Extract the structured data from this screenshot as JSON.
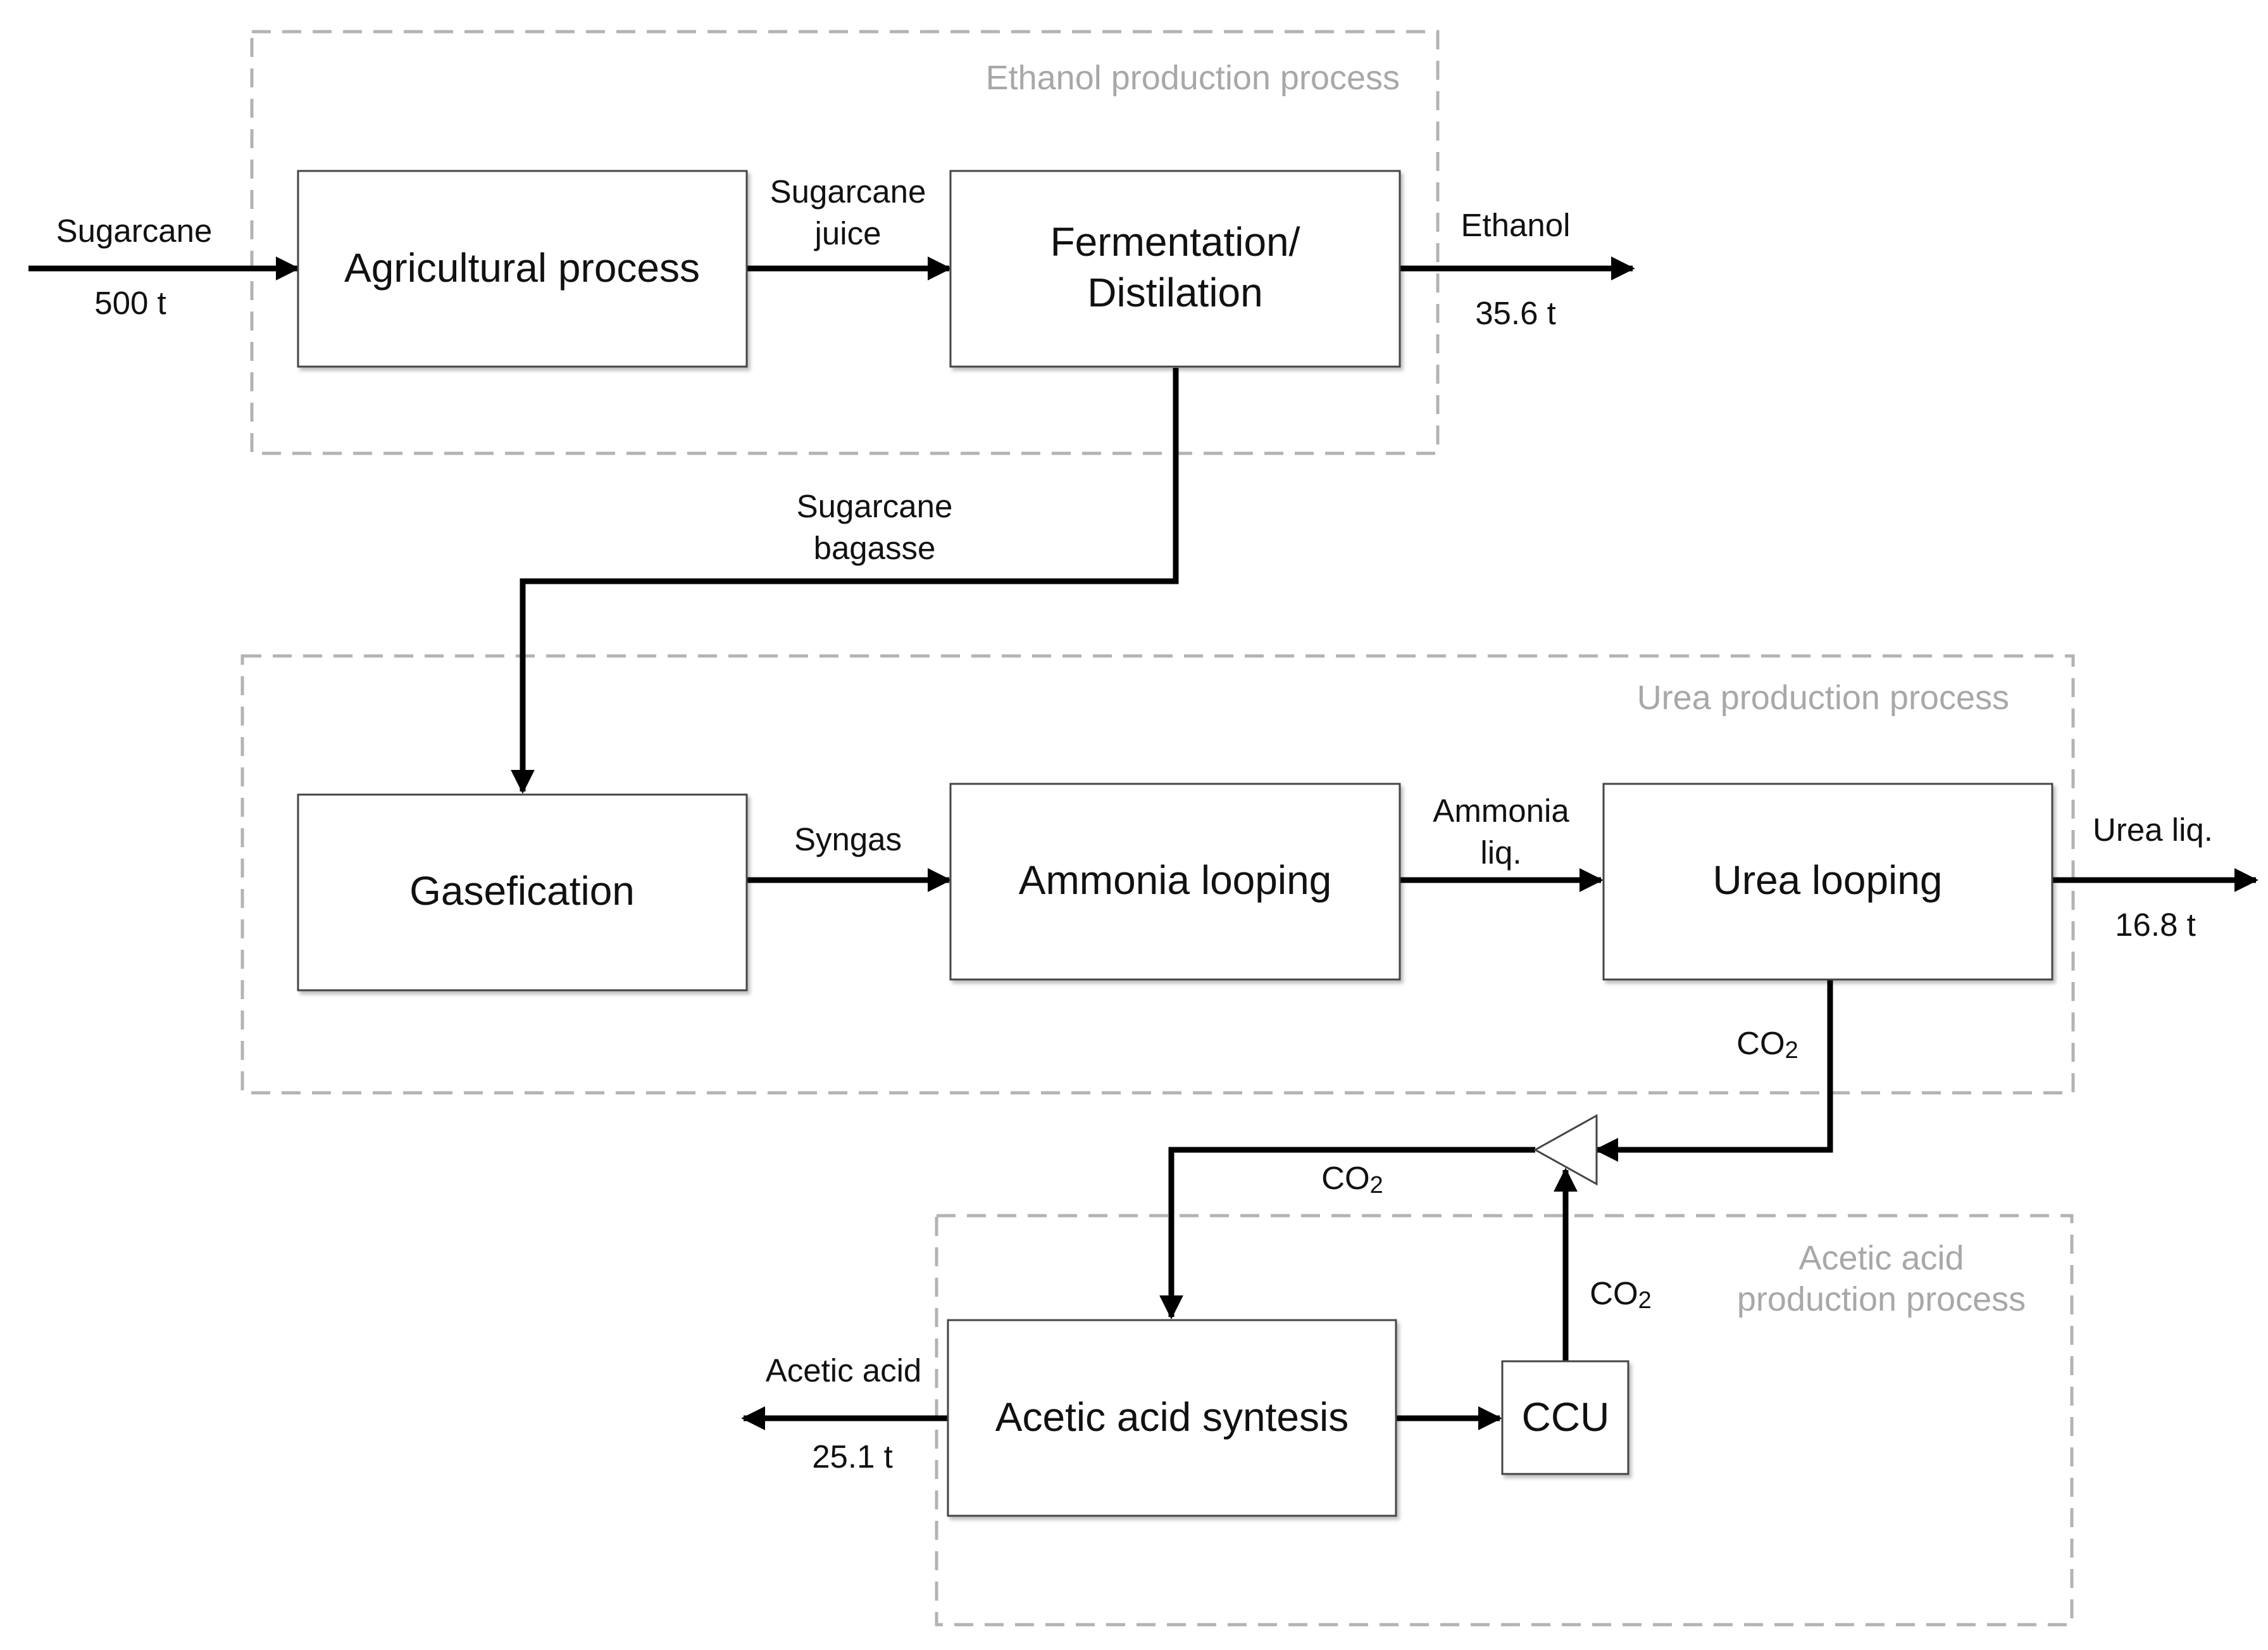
{
  "groups": {
    "ethanol": "Ethanol production process",
    "urea": "Urea production process",
    "acetic_line1": "Acetic acid",
    "acetic_line2": "production process"
  },
  "blocks": {
    "agricultural": "Agricultural process",
    "fermentation_line1": "Fermentation/",
    "fermentation_line2": "Distilation",
    "gasefication": "Gasefication",
    "ammonia": "Ammonia looping",
    "urea": "Urea looping",
    "acetic": "Acetic acid syntesis",
    "ccu": "CCU"
  },
  "streams": {
    "sugarcane": "Sugarcane",
    "sugarcane_amount": "500 t",
    "juice_line1": "Sugarcane",
    "juice_line2": "juice",
    "ethanol": "Ethanol",
    "ethanol_amount": "35.6 t",
    "bagasse_line1": "Sugarcane",
    "bagasse_line2": "bagasse",
    "syngas": "Syngas",
    "ammonia_line1": "Ammonia",
    "ammonia_line2": "liq.",
    "urea": "Urea liq.",
    "urea_amount": "16.8 t",
    "co2_main": "CO",
    "co2_sub": "2",
    "acetic": "Acetic acid",
    "acetic_amount": "25.1 t"
  }
}
